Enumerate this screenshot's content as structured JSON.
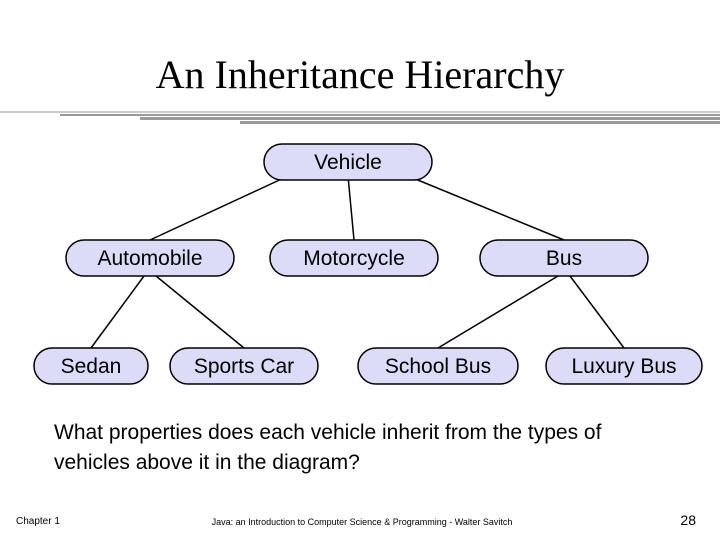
{
  "slide": {
    "title": "An Inheritance Hierarchy",
    "question": "What properties does each vehicle inherit from the types of vehicles above it in the diagram?"
  },
  "colors": {
    "node_fill": "#dcdcf8",
    "node_stroke": "#000000",
    "rule_gray": "#9a9a9a"
  },
  "hierarchy": {
    "root": "Vehicle",
    "children": [
      {
        "label": "Automobile",
        "children": [
          "Sedan",
          "Sports Car"
        ]
      },
      {
        "label": "Motorcycle",
        "children": []
      },
      {
        "label": "Bus",
        "children": [
          "School Bus",
          "Luxury Bus"
        ]
      }
    ]
  },
  "footer": {
    "chapter": "Chapter 1",
    "book": "Java: an Introduction to Computer Science & Programming - Walter Savitch",
    "page": "28"
  }
}
